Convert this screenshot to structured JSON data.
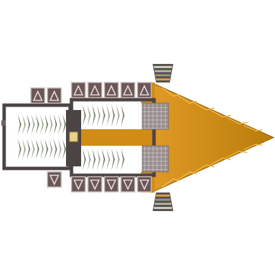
{
  "scene": {
    "type": "top-down spaceship (game sprite)",
    "background": "#ffffff",
    "colors": {
      "hull_orange": "#d08c14",
      "hull_orange_dark": "#b77806",
      "hull_orange_light": "#e2a232",
      "frame_dark": "#4c4444",
      "frame_mid": "#6f6262",
      "module_fill": "#6a5757",
      "module_border": "#c7b9b9",
      "module_glyph": "#eadcdc",
      "fin_green": "#6f7a63",
      "fin_green_light": "#9aa38c",
      "grid_fill": "#9a8f8f",
      "grid_line": "#e8dede"
    },
    "top_modules": [
      {
        "name": "top-thruster-module",
        "glyph": "arrow-up-icon"
      },
      {
        "name": "top-thruster-module",
        "glyph": "arrow-up-icon"
      },
      {
        "name": "top-thruster-module",
        "glyph": "arrow-up-icon"
      },
      {
        "name": "top-thruster-module",
        "glyph": "arrow-up-icon"
      },
      {
        "name": "top-thruster-module",
        "glyph": "arrow-up-icon"
      },
      {
        "name": "top-thruster-module",
        "glyph": "arrow-up-icon"
      },
      {
        "name": "top-thruster-module",
        "glyph": "arrow-up-icon"
      }
    ],
    "bottom_modules": [
      {
        "name": "bottom-thruster-module",
        "glyph": "arrow-down-icon"
      },
      {
        "name": "bottom-thruster-module",
        "glyph": "arrow-down-icon"
      },
      {
        "name": "bottom-thruster-module",
        "glyph": "arrow-down-icon"
      },
      {
        "name": "bottom-thruster-module",
        "glyph": "arrow-down-icon"
      },
      {
        "name": "bottom-thruster-module",
        "glyph": "arrow-down-icon"
      },
      {
        "name": "bottom-thruster-module",
        "glyph": "arrow-down-icon"
      }
    ]
  }
}
